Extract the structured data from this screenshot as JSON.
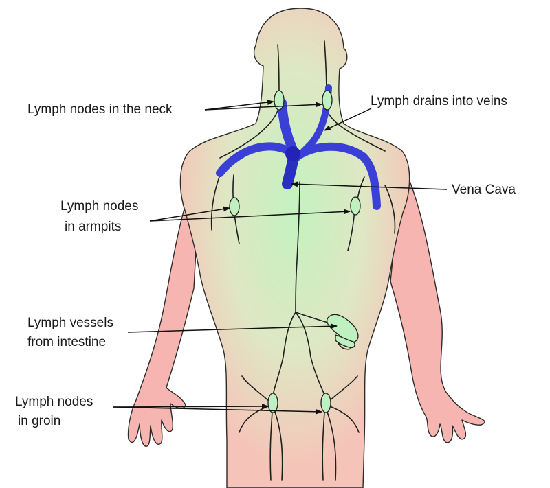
{
  "labels": {
    "neck_nodes": "Lymph nodes in the neck",
    "drains_into_veins": "Lymph drains into veins",
    "vena_cava": "Vena Cava",
    "armpit_nodes_line1": "Lymph nodes",
    "armpit_nodes_line2": "in armpits",
    "intestine_vessels_line1": "Lymph vessels",
    "intestine_vessels_line2": "from intestine",
    "groin_nodes_line1": "Lymph nodes",
    "groin_nodes_line2": "in groin"
  },
  "colors": {
    "skin": "#f7b8b3",
    "torso_glow": "#c8f0c0",
    "vein": "#3a3fd6",
    "lymph_node": "#bff0bf",
    "outline": "#2b2b2b"
  }
}
